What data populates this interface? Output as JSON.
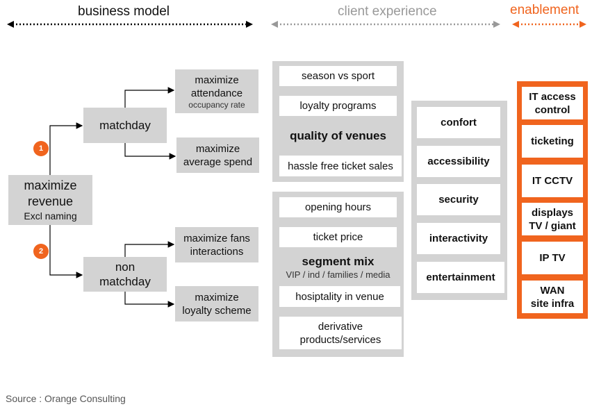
{
  "headers": {
    "business_model": "business model",
    "client_experience": "client experience",
    "enablement": "enablement"
  },
  "colors": {
    "accent": "#f0641e",
    "panel_grey": "#d3d3d3",
    "text_grey": "#999999"
  },
  "business_model": {
    "root": {
      "line1": "maximize",
      "line2": "revenue",
      "line3": "Excl naming"
    },
    "markers": [
      "❶",
      "❷"
    ],
    "matchday": "matchday",
    "non_matchday": {
      "line1": "non",
      "line2": "matchday"
    },
    "attendance": {
      "line1": "maximize",
      "line2": "attendance",
      "sub": "occupancy rate"
    },
    "average_spend": {
      "line1": "maximize",
      "line2": "average spend"
    },
    "fans": {
      "line1": "maximize fans",
      "line2": "interactions"
    },
    "loyalty": {
      "line1": "maximize",
      "line2": "loyalty scheme"
    }
  },
  "client_experience": {
    "quality_group": {
      "items": [
        "season vs sport",
        "loyalty programs",
        "hassle free ticket sales"
      ],
      "title": "quality of venues"
    },
    "segment_group": {
      "items": [
        "opening hours",
        "ticket price",
        "hosiptality in venue"
      ],
      "title": "segment mix",
      "subtitle": "VIP / ind / families / media",
      "derivative": {
        "line1": "derivative",
        "line2": "products/services"
      }
    },
    "attributes": [
      "confort",
      "accessibility",
      "security",
      "interactivity",
      "entertainment"
    ]
  },
  "enablement": {
    "items": [
      {
        "line1": "IT access",
        "line2": "control"
      },
      {
        "line1": "ticketing",
        "line2": ""
      },
      {
        "line1": "IT CCTV",
        "line2": ""
      },
      {
        "line1": "displays",
        "line2": "TV / giant"
      },
      {
        "line1": "IP TV",
        "line2": ""
      },
      {
        "line1": "WAN",
        "line2": "site infra"
      }
    ]
  },
  "source": "Source : Orange Consulting"
}
